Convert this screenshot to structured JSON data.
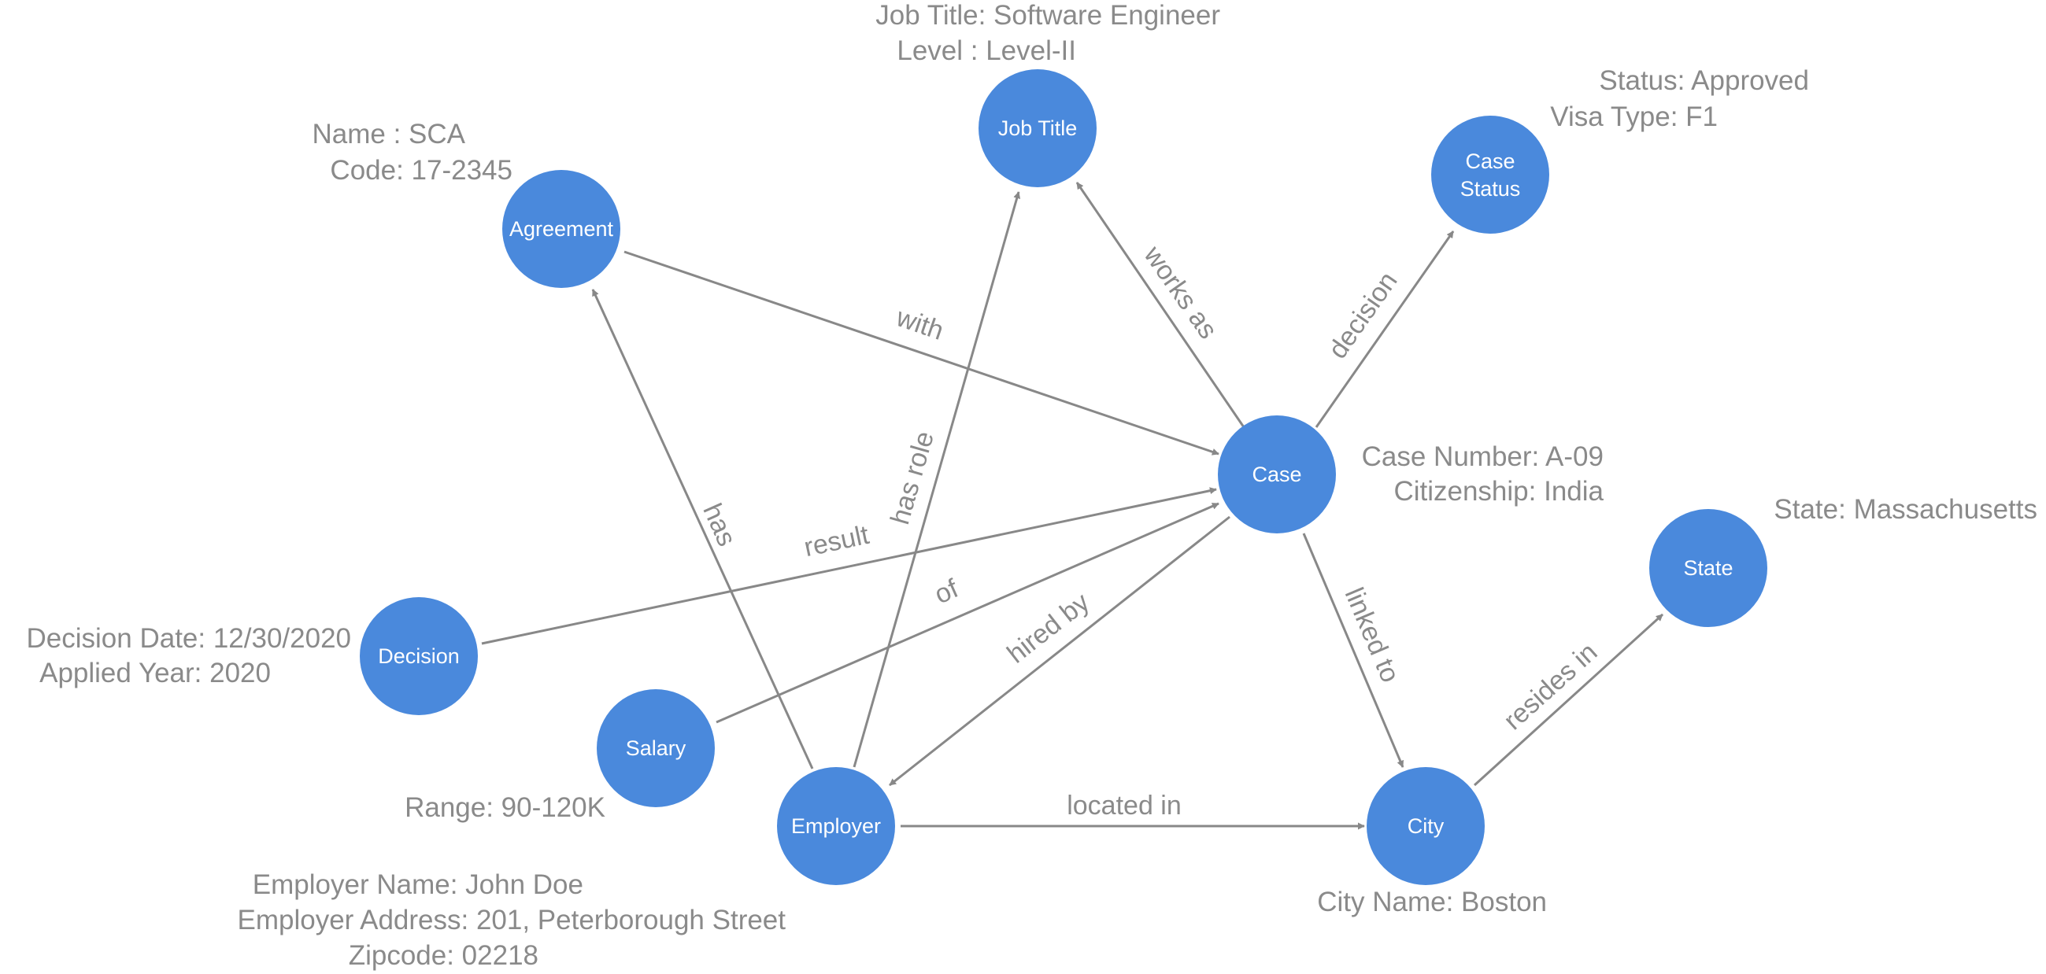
{
  "colors": {
    "node_fill": "#4a89dc",
    "node_text": "#ffffff",
    "edge": "#888888",
    "text": "#8a8a8a"
  },
  "nodes": {
    "job_title": "Job Title",
    "case_status_line1": "Case",
    "case_status_line2": "Status",
    "agreement": "Agreement",
    "case": "Case",
    "state": "State",
    "decision": "Decision",
    "salary": "Salary",
    "employer": "Employer",
    "city": "City"
  },
  "edges": {
    "with": "with",
    "works_as": "works as",
    "decision": "decision",
    "has": "has",
    "has_role": "has role",
    "result": "result",
    "of": "of",
    "hired_by": "hired by",
    "linked_to": "linked to",
    "resides_in": "resides in",
    "located_in": "located in"
  },
  "attributes": {
    "job_title": [
      "Job Title: Software Engineer",
      "Level : Level-II"
    ],
    "case_status": [
      "Status: Approved",
      "Visa Type: F1"
    ],
    "agreement": [
      "Name : SCA",
      "Code: 17-2345"
    ],
    "case": [
      "Case Number: A-09",
      "Citizenship: India"
    ],
    "state": [
      "State: Massachusetts"
    ],
    "decision": [
      "Decision Date: 12/30/2020",
      "Applied Year: 2020"
    ],
    "salary": [
      "Range: 90-120K"
    ],
    "employer": [
      "Employer Name: John Doe",
      "Employer Address: 201, Peterborough Street",
      "Zipcode: 02218"
    ],
    "city": [
      "City Name: Boston"
    ]
  }
}
